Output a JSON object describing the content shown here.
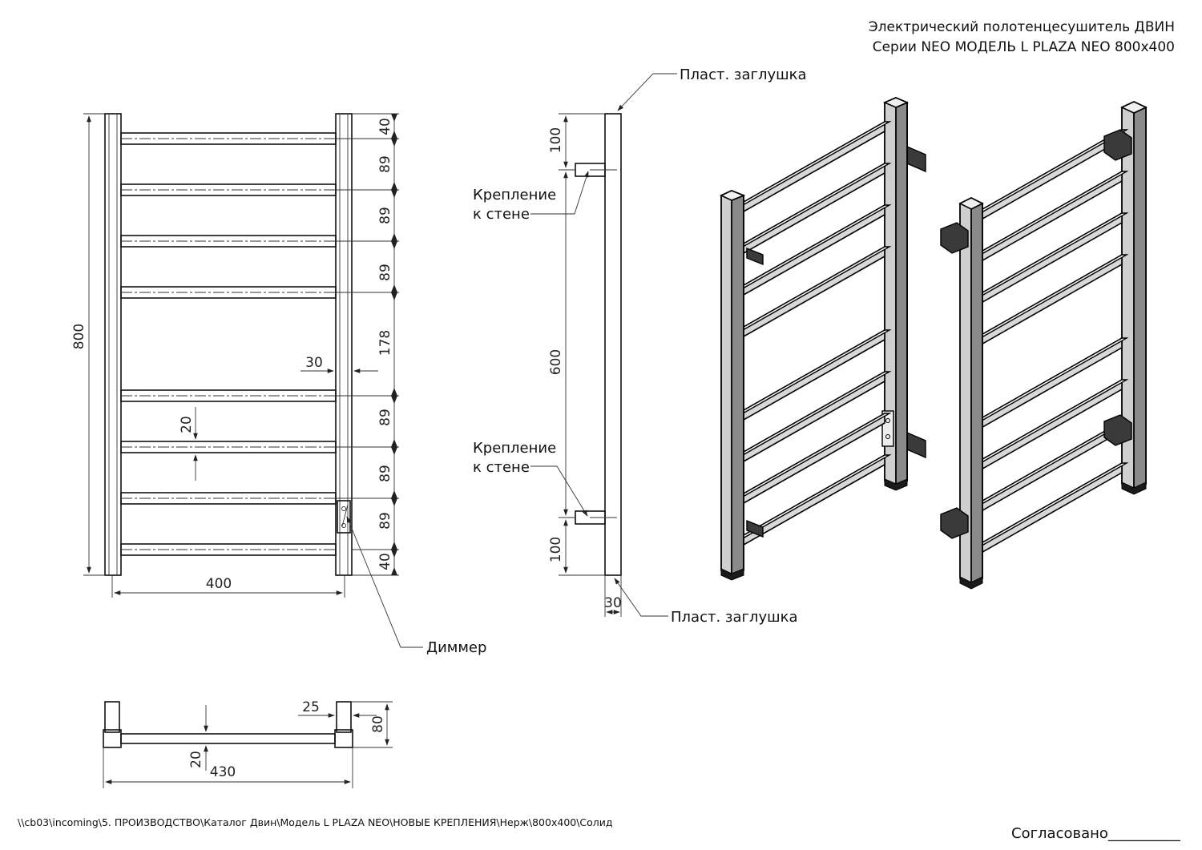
{
  "title": {
    "line1": "Электрический полотенцесушитель ДВИН",
    "line2": "Серии NEO МОДЕЛЬ L PLAZA NEO 800x400"
  },
  "front_view": {
    "height": "800",
    "width": "400",
    "side_offset": "30",
    "bar_height": "20",
    "spacing": [
      "40",
      "89",
      "89",
      "89",
      "178",
      "89",
      "89",
      "89",
      "40"
    ],
    "dimmer_label": "Диммер"
  },
  "side_view": {
    "top_offset": "100",
    "mount_spacing": "600",
    "bottom_offset": "100",
    "depth": "30",
    "cap_top_label": "Пласт. заглушка",
    "cap_bottom_label": "Пласт. заглушка",
    "mount_top_line1": "Крепление",
    "mount_top_line2": "к стене",
    "mount_bottom_line1": "Крепление",
    "mount_bottom_line2": "к стене"
  },
  "top_view": {
    "total_width": "430",
    "column_width": "25",
    "depth": "80",
    "bar_thickness": "20"
  },
  "footer": {
    "file_path": "\\\\cb03\\incoming\\5. ПРОИЗВОДСТВО\\Каталог Двин\\Модель L PLAZA NEO\\НОВЫЕ КРЕПЛЕНИЯ\\Нерж\\800x400\\Солид",
    "approved": "Согласовано__________"
  }
}
